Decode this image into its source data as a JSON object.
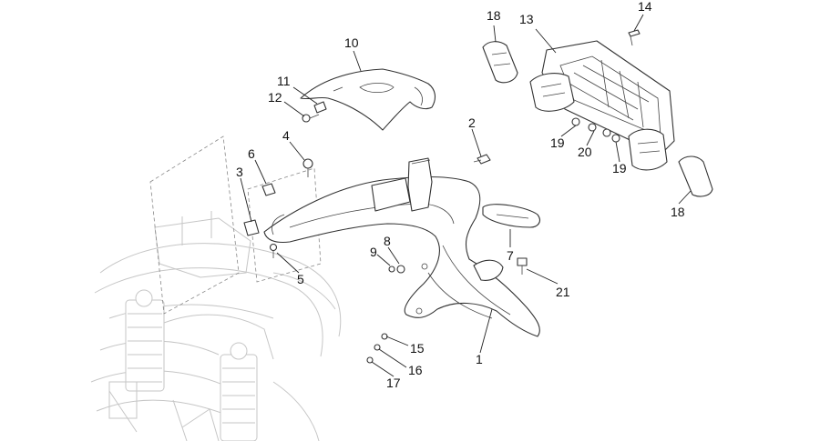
{
  "diagram": {
    "callouts": [
      {
        "label": "1"
      },
      {
        "label": "2"
      },
      {
        "label": "3"
      },
      {
        "label": "4"
      },
      {
        "label": "5"
      },
      {
        "label": "6"
      },
      {
        "label": "7"
      },
      {
        "label": "8"
      },
      {
        "label": "9"
      },
      {
        "label": "10"
      },
      {
        "label": "11"
      },
      {
        "label": "12"
      },
      {
        "label": "13"
      },
      {
        "label": "14"
      },
      {
        "label": "15"
      },
      {
        "label": "16"
      },
      {
        "label": "17"
      },
      {
        "label": "18"
      },
      {
        "label": "18"
      },
      {
        "label": "19"
      },
      {
        "label": "19"
      },
      {
        "label": "20"
      },
      {
        "label": "21"
      }
    ]
  }
}
